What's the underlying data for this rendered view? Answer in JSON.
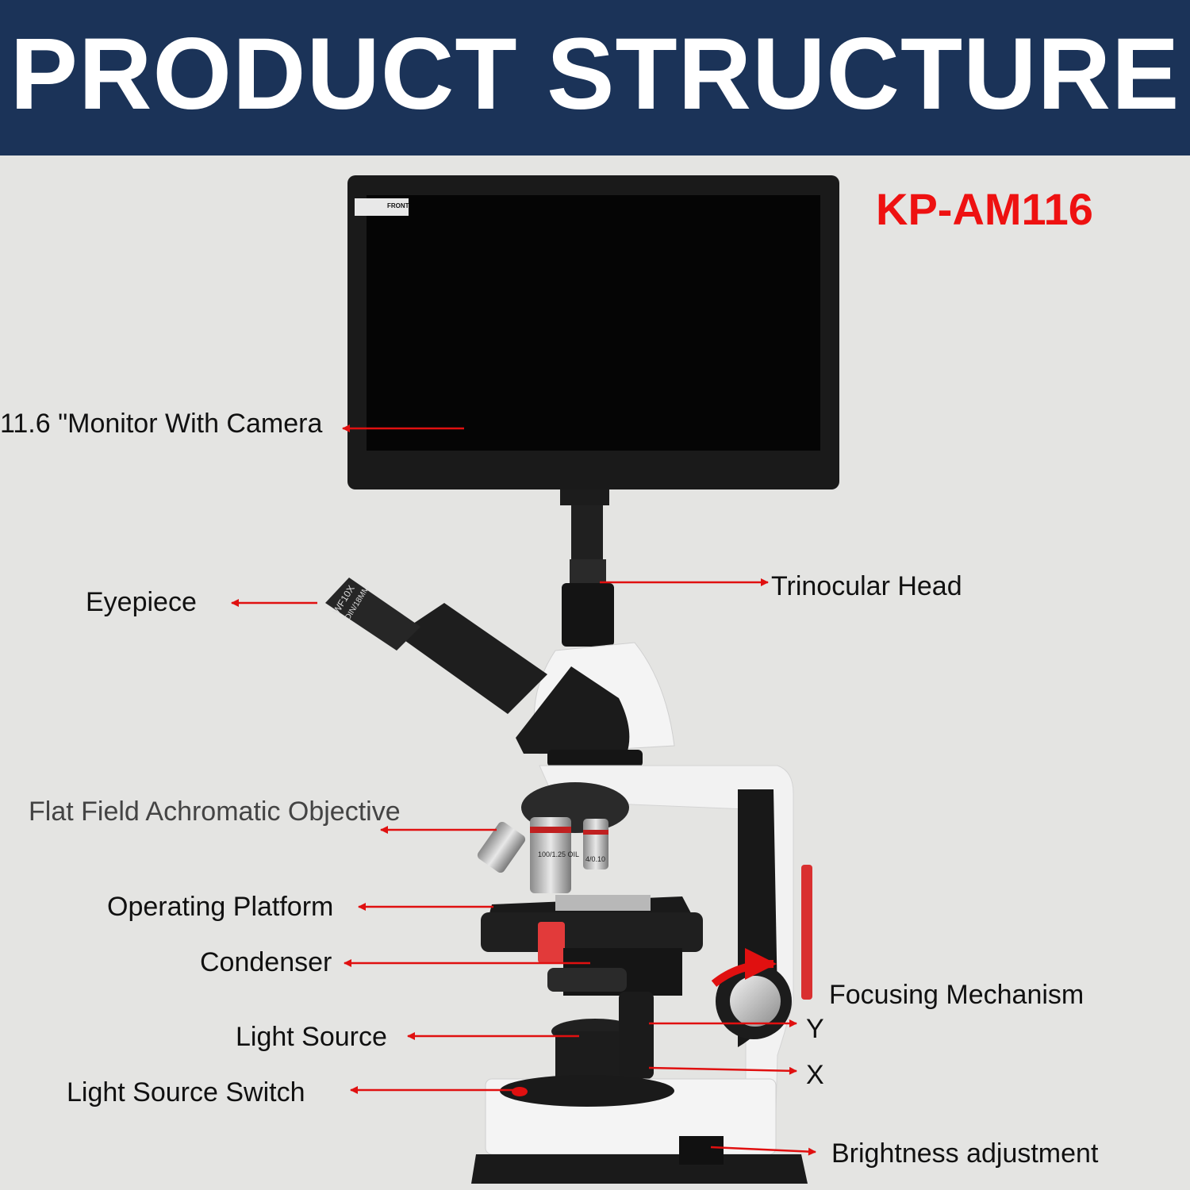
{
  "header": {
    "title": "PRODUCT STRUCTURE"
  },
  "model": {
    "name": "KP-AM116"
  },
  "monitor": {
    "sticker_text": "FRONT"
  },
  "eyepiece": {
    "engraving_1": "WF10X",
    "engraving_2": "DIN/18MM"
  },
  "objectives": {
    "engraving_100x": "100/1.25 OIL",
    "engraving_4x": "4/0.10"
  },
  "labels": {
    "monitor": "11.6 \"Monitor With Camera",
    "eyepiece": "Eyepiece",
    "trinocular": "Trinocular Head",
    "objective": "Flat Field Achromatic Objective",
    "platform": "Operating Platform",
    "condenser": "Condenser",
    "focusing": "Focusing Mechanism",
    "y_axis": "Y",
    "light_source": "Light Source",
    "x_axis": "X",
    "switch": "Light Source Switch",
    "brightness": "Brightness adjustment"
  },
  "colors": {
    "banner": "#1b3358",
    "accent": "#ee1111",
    "arrow": "#e01010",
    "background": "#e4e4e2"
  }
}
